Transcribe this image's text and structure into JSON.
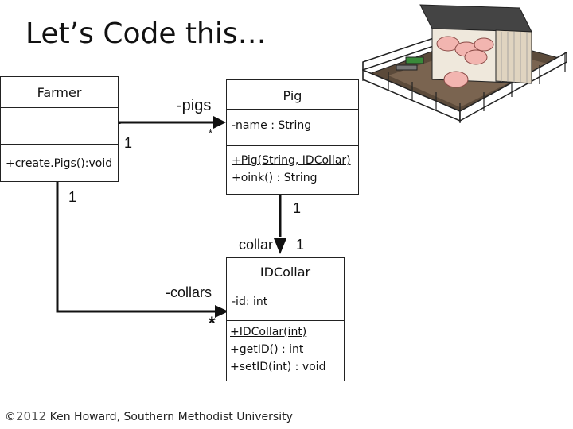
{
  "title": "Let’s Code this…",
  "classes": {
    "farmer": {
      "name": "Farmer",
      "attributes": "",
      "operations": "+create.Pigs():void"
    },
    "pig": {
      "name": "Pig",
      "attributes": "-name : String",
      "op1": "+Pig(String, IDCollar)",
      "op2": "+oink() : String"
    },
    "idcollar": {
      "name": "IDCollar",
      "attributes": "-id: int",
      "op1": "+IDCollar(int)",
      "op2": "+getID() : int",
      "op3": "+setID(int) : void"
    }
  },
  "associations": {
    "farmer_pig": {
      "role": "-pigs",
      "source_mult": "1",
      "target_mult": "*"
    },
    "pig_collar": {
      "role": "collar",
      "source_mult": "1",
      "target_mult": "1"
    },
    "farmer_collar": {
      "role": "-collars",
      "source_mult": "1",
      "target_mult": "*"
    }
  },
  "footer": {
    "symbol": "©",
    "year": "2012",
    "text": "Ken Howard, Southern Methodist University"
  },
  "colors": {
    "line": "#111111",
    "border": "#222222"
  }
}
